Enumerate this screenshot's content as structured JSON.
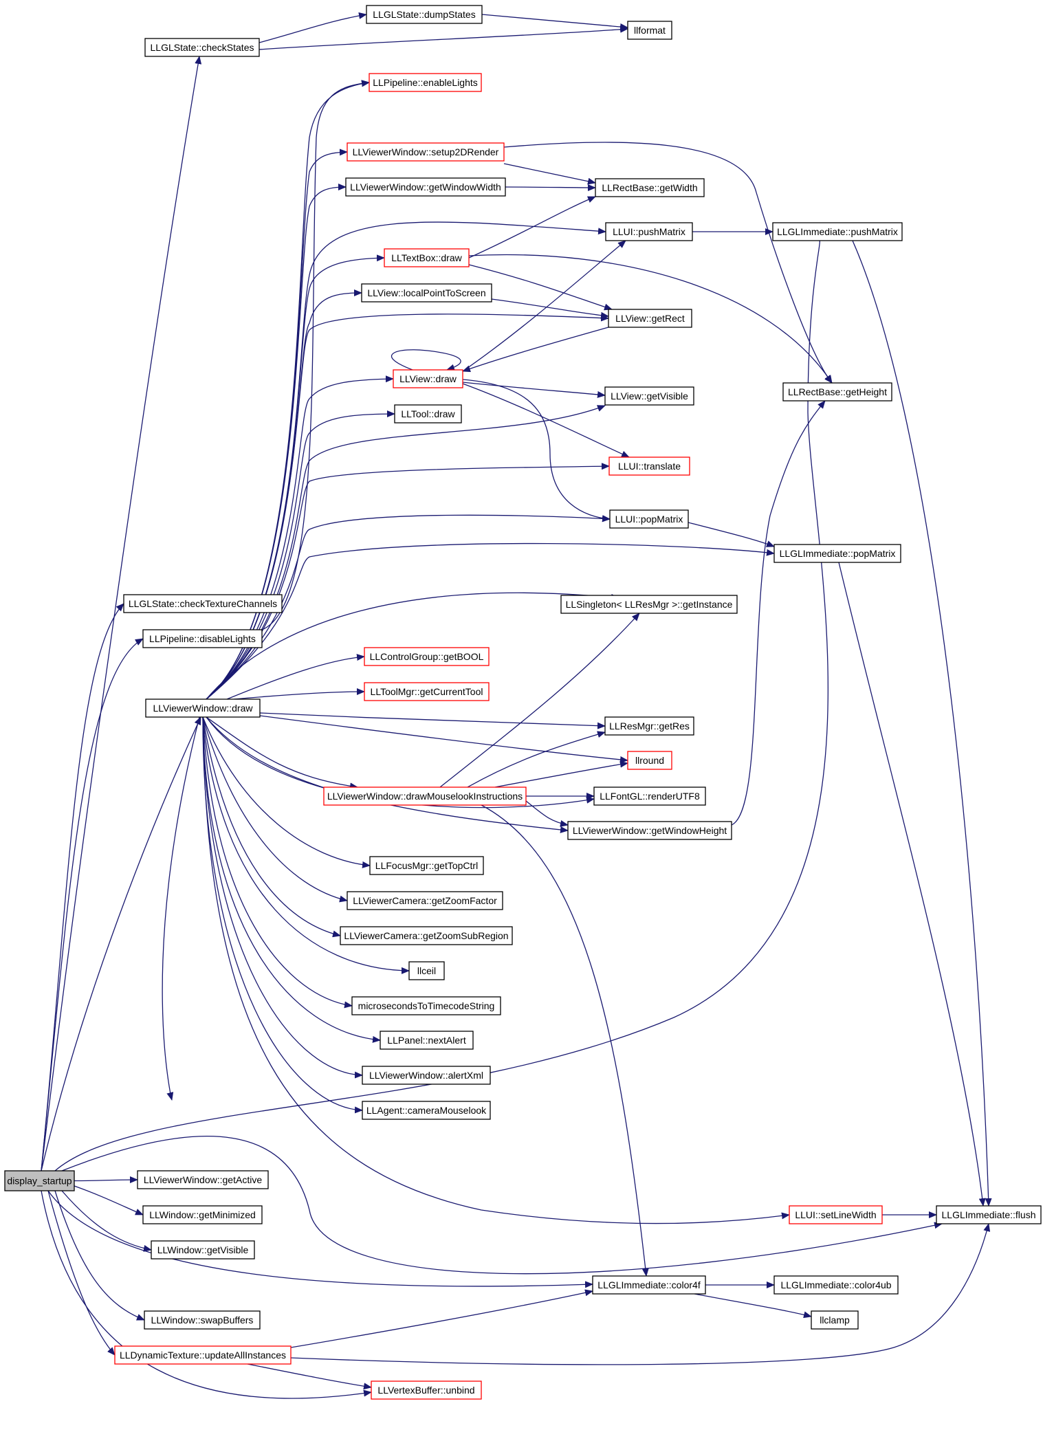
{
  "graph": {
    "colors": {
      "edge": "#191970",
      "root_fill": "#bfbfbf",
      "node_fill": "#ffffff",
      "node_border": "#000000",
      "truncated_border": "#ff0000"
    },
    "nodes": [
      {
        "id": "display_startup",
        "label": "display_startup",
        "root": true
      },
      {
        "id": "checkStates",
        "label": "LLGLState::checkStates"
      },
      {
        "id": "dumpStates",
        "label": "LLGLState::dumpStates"
      },
      {
        "id": "llformat",
        "label": "llformat"
      },
      {
        "id": "enableLights",
        "label": "LLPipeline::enableLights",
        "truncated": true
      },
      {
        "id": "setup2DRender",
        "label": "LLViewerWindow::setup2DRender",
        "truncated": true
      },
      {
        "id": "getWindowWidth",
        "label": "LLViewerWindow::getWindowWidth"
      },
      {
        "id": "getWidth",
        "label": "LLRectBase::getWidth"
      },
      {
        "id": "uiPushMatrix",
        "label": "LLUI::pushMatrix"
      },
      {
        "id": "glPushMatrix",
        "label": "LLGLImmediate::pushMatrix"
      },
      {
        "id": "textBoxDraw",
        "label": "LLTextBox::draw",
        "truncated": true
      },
      {
        "id": "localPointToScreen",
        "label": "LLView::localPointToScreen"
      },
      {
        "id": "getRect",
        "label": "LLView::getRect"
      },
      {
        "id": "viewDraw",
        "label": "LLView::draw",
        "truncated": true
      },
      {
        "id": "getHeight",
        "label": "LLRectBase::getHeight"
      },
      {
        "id": "toolDraw",
        "label": "LLTool::draw"
      },
      {
        "id": "getVisibleView",
        "label": "LLView::getVisible"
      },
      {
        "id": "translate",
        "label": "LLUI::translate",
        "truncated": true
      },
      {
        "id": "uiPopMatrix",
        "label": "LLUI::popMatrix"
      },
      {
        "id": "glPopMatrix",
        "label": "LLGLImmediate::popMatrix"
      },
      {
        "id": "checkTextureChannels",
        "label": "LLGLState::checkTextureChannels"
      },
      {
        "id": "disableLights",
        "label": "LLPipeline::disableLights"
      },
      {
        "id": "getInstance",
        "label": "LLSingleton< LLResMgr >::getInstance"
      },
      {
        "id": "getBOOL",
        "label": "LLControlGroup::getBOOL",
        "truncated": true
      },
      {
        "id": "viewerDraw",
        "label": "LLViewerWindow::draw"
      },
      {
        "id": "getCurrentTool",
        "label": "LLToolMgr::getCurrentTool",
        "truncated": true
      },
      {
        "id": "getRes",
        "label": "LLResMgr::getRes"
      },
      {
        "id": "llround",
        "label": "llround",
        "truncated": true
      },
      {
        "id": "drawMouselook",
        "label": "LLViewerWindow::drawMouselookInstructions",
        "truncated": true
      },
      {
        "id": "renderUTF8",
        "label": "LLFontGL::renderUTF8"
      },
      {
        "id": "getWindowHeight",
        "label": "LLViewerWindow::getWindowHeight"
      },
      {
        "id": "getTopCtrl",
        "label": "LLFocusMgr::getTopCtrl"
      },
      {
        "id": "getZoomFactor",
        "label": "LLViewerCamera::getZoomFactor"
      },
      {
        "id": "getZoomSubRegion",
        "label": "LLViewerCamera::getZoomSubRegion"
      },
      {
        "id": "llceil",
        "label": "llceil"
      },
      {
        "id": "microseconds",
        "label": "microsecondsToTimecodeString"
      },
      {
        "id": "nextAlert",
        "label": "LLPanel::nextAlert"
      },
      {
        "id": "alertXml",
        "label": "LLViewerWindow::alertXml"
      },
      {
        "id": "cameraMouselook",
        "label": "LLAgent::cameraMouselook"
      },
      {
        "id": "getActive",
        "label": "LLViewerWindow::getActive"
      },
      {
        "id": "getMinimized",
        "label": "LLWindow::getMinimized"
      },
      {
        "id": "getVisibleWin",
        "label": "LLWindow::getVisible"
      },
      {
        "id": "setLineWidth",
        "label": "LLUI::setLineWidth",
        "truncated": true
      },
      {
        "id": "flush",
        "label": "LLGLImmediate::flush"
      },
      {
        "id": "color4f",
        "label": "LLGLImmediate::color4f"
      },
      {
        "id": "color4ub",
        "label": "LLGLImmediate::color4ub"
      },
      {
        "id": "swapBuffers",
        "label": "LLWindow::swapBuffers"
      },
      {
        "id": "llclamp",
        "label": "llclamp"
      },
      {
        "id": "updateAllInstances",
        "label": "LLDynamicTexture::updateAllInstances",
        "truncated": true
      },
      {
        "id": "unbind",
        "label": "LLVertexBuffer::unbind",
        "truncated": true
      }
    ],
    "edges": [
      [
        "display_startup",
        "checkStates"
      ],
      [
        "display_startup",
        "checkTextureChannels"
      ],
      [
        "display_startup",
        "disableLights"
      ],
      [
        "display_startup",
        "viewerDraw"
      ],
      [
        "display_startup",
        "getActive"
      ],
      [
        "display_startup",
        "getMinimized"
      ],
      [
        "display_startup",
        "getVisibleWin"
      ],
      [
        "display_startup",
        "swapBuffers"
      ],
      [
        "display_startup",
        "updateAllInstances"
      ],
      [
        "display_startup",
        "unbind"
      ],
      [
        "display_startup",
        "color4f"
      ],
      [
        "display_startup",
        "flush"
      ],
      [
        "display_startup",
        "glPushMatrix"
      ],
      [
        "checkStates",
        "dumpStates"
      ],
      [
        "checkStates",
        "llformat"
      ],
      [
        "dumpStates",
        "llformat"
      ],
      [
        "disableLights",
        "enableLights"
      ],
      [
        "viewerDraw",
        "enableLights"
      ],
      [
        "viewerDraw",
        "setup2DRender"
      ],
      [
        "viewerDraw",
        "getWindowWidth"
      ],
      [
        "viewerDraw",
        "uiPushMatrix"
      ],
      [
        "viewerDraw",
        "textBoxDraw"
      ],
      [
        "viewerDraw",
        "localPointToScreen"
      ],
      [
        "viewerDraw",
        "getRect"
      ],
      [
        "viewerDraw",
        "viewDraw"
      ],
      [
        "viewerDraw",
        "toolDraw"
      ],
      [
        "viewerDraw",
        "getVisibleView"
      ],
      [
        "viewerDraw",
        "translate"
      ],
      [
        "viewerDraw",
        "uiPopMatrix"
      ],
      [
        "viewerDraw",
        "glPopMatrix"
      ],
      [
        "viewerDraw",
        "getInstance"
      ],
      [
        "viewerDraw",
        "getBOOL"
      ],
      [
        "viewerDraw",
        "getCurrentTool"
      ],
      [
        "viewerDraw",
        "getRes"
      ],
      [
        "viewerDraw",
        "llround"
      ],
      [
        "viewerDraw",
        "drawMouselook"
      ],
      [
        "viewerDraw",
        "renderUTF8"
      ],
      [
        "viewerDraw",
        "getWindowHeight"
      ],
      [
        "viewerDraw",
        "getTopCtrl"
      ],
      [
        "viewerDraw",
        "getZoomFactor"
      ],
      [
        "viewerDraw",
        "getZoomSubRegion"
      ],
      [
        "viewerDraw",
        "llceil"
      ],
      [
        "viewerDraw",
        "microseconds"
      ],
      [
        "viewerDraw",
        "nextAlert"
      ],
      [
        "viewerDraw",
        "alertXml"
      ],
      [
        "viewerDraw",
        "cameraMouselook"
      ],
      [
        "viewerDraw",
        "setLineWidth"
      ],
      [
        "viewerDraw",
        "color4f"
      ],
      [
        "setup2DRender",
        "getWidth"
      ],
      [
        "setup2DRender",
        "getHeight"
      ],
      [
        "getWindowWidth",
        "getWidth"
      ],
      [
        "uiPushMatrix",
        "glPushMatrix"
      ],
      [
        "glPushMatrix",
        "flush"
      ],
      [
        "textBoxDraw",
        "getWidth"
      ],
      [
        "textBoxDraw",
        "getRect"
      ],
      [
        "textBoxDraw",
        "getHeight"
      ],
      [
        "localPointToScreen",
        "getRect"
      ],
      [
        "getRect",
        "viewDraw"
      ],
      [
        "viewDraw",
        "viewDraw"
      ],
      [
        "viewDraw",
        "uiPushMatrix"
      ],
      [
        "viewDraw",
        "getVisibleView"
      ],
      [
        "viewDraw",
        "translate"
      ],
      [
        "viewDraw",
        "uiPopMatrix"
      ],
      [
        "uiPopMatrix",
        "glPopMatrix"
      ],
      [
        "glPopMatrix",
        "flush"
      ],
      [
        "drawMouselook",
        "getInstance"
      ],
      [
        "drawMouselook",
        "getRes"
      ],
      [
        "drawMouselook",
        "llround"
      ],
      [
        "drawMouselook",
        "renderUTF8"
      ],
      [
        "drawMouselook",
        "getWindowHeight"
      ],
      [
        "drawMouselook",
        "color4f"
      ],
      [
        "getWindowHeight",
        "getHeight"
      ],
      [
        "setLineWidth",
        "flush"
      ],
      [
        "color4f",
        "color4ub"
      ],
      [
        "color4f",
        "llclamp"
      ],
      [
        "updateAllInstances",
        "color4f"
      ],
      [
        "updateAllInstances",
        "unbind"
      ],
      [
        "updateAllInstances",
        "flush"
      ]
    ]
  }
}
